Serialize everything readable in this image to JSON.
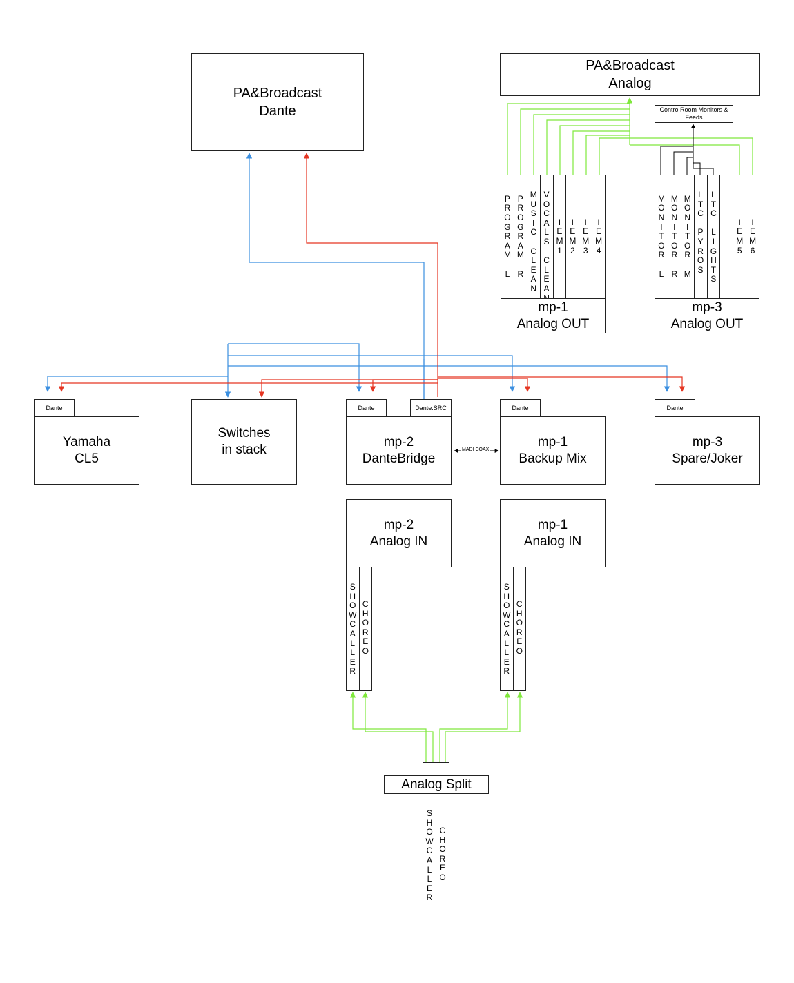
{
  "colors": {
    "dante_primary": "#3b8fe0",
    "dante_secondary": "#e53522",
    "analog": "#7fe83c",
    "line": "#000000"
  },
  "pa_dante": {
    "line1": "PA&Broadcast",
    "line2": "Dante"
  },
  "pa_analog": {
    "line1": "PA&Broadcast",
    "line2": "Analog"
  },
  "control_room": {
    "line1": "Contro Room Monitors &",
    "line2": "Feeds"
  },
  "mp1_out": {
    "label1": "mp-1",
    "label2": "Analog OUT",
    "channels": [
      "PROGRAM L",
      "PROGRAM R",
      "MUSIC CLEAN",
      "VOCALS CLEAN",
      "IEM1",
      "IEM2",
      "IEM3",
      "IEM4"
    ]
  },
  "mp3_out": {
    "label1": "mp-3",
    "label2": "Analog OUT",
    "channels": [
      "MONITOR L",
      "MONITOR R",
      "MONITOR M",
      "LTC PYROS",
      "LTC LIGHTS",
      "",
      "IEM5",
      "IEM6"
    ]
  },
  "devices": {
    "yamaha": {
      "line1": "Yamaha",
      "line2": "CL5",
      "tab": "Dante"
    },
    "switches": {
      "line1": "Switches",
      "line2": "in stack"
    },
    "mp2_bridge": {
      "line1": "mp-2",
      "line2": "DanteBridge",
      "tab": "Dante",
      "tab2": "Dante.SRC"
    },
    "mp1_backup": {
      "line1": "mp-1",
      "line2": "Backup Mix",
      "tab": "Dante"
    },
    "mp3_spare": {
      "line1": "mp-3",
      "line2": "Spare/Joker",
      "tab": "Dante"
    }
  },
  "madi_label": "MADI COAX",
  "mp2_in": {
    "line1": "mp-2",
    "line2": "Analog IN",
    "channels": [
      "SHOWCALLER",
      "CHOREO"
    ]
  },
  "mp1_in": {
    "line1": "mp-1",
    "line2": "Analog IN",
    "channels": [
      "SHOWCALLER",
      "CHOREO"
    ]
  },
  "split": {
    "label": "Analog Split",
    "channels": [
      "SHOWCALLER",
      "CHOREO"
    ]
  }
}
